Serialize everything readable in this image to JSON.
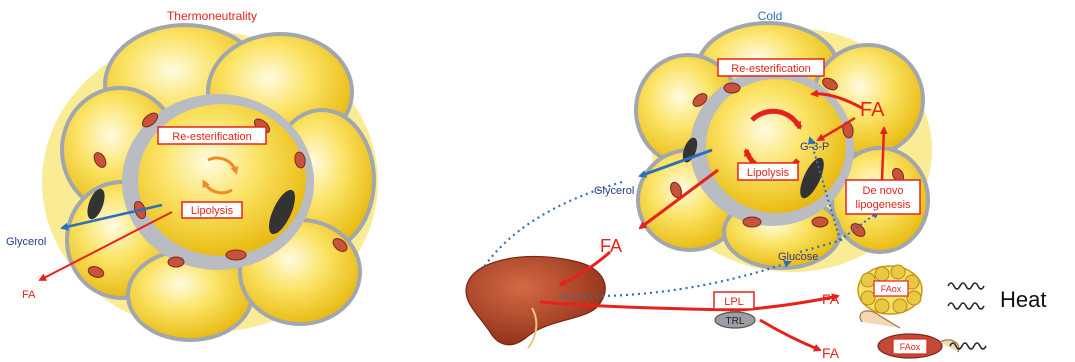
{
  "left_panel": {
    "title": "Thermoneutrality",
    "re_esterification": "Re-esterification",
    "lipolysis": "Lipolysis",
    "glycerol": "Glycerol",
    "fa": "FA"
  },
  "right_panel": {
    "title": "Cold",
    "re_esterification": "Re-esterification",
    "lipolysis": "Lipolysis",
    "fa_top": "FA",
    "g3p": "G-3-P",
    "de_novo_line1": "De novo",
    "de_novo_line2": "lipogenesis",
    "glycerol": "Glycerol",
    "glucose": "Glucose",
    "fa_liver": "FA",
    "lpl": "LPL",
    "trl": "TRL",
    "fa_bat": "FA",
    "fa_muscle": "FA",
    "faox_bat": "FAox",
    "faox_muscle": "FAox",
    "heat": "Heat"
  },
  "colors": {
    "red": "#e5231b",
    "orange": "#f08a24",
    "blue": "#2f6fb7",
    "navy": "#273a8c",
    "yellow": "#f6d21a",
    "yellow_light": "#fbee8e",
    "grey": "#b4b7bd",
    "liver": "#b5462a"
  }
}
